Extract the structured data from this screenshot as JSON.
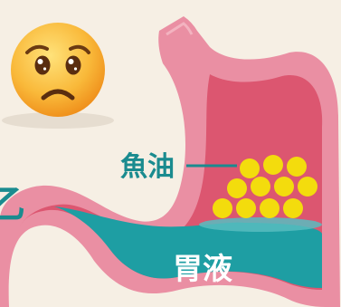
{
  "labels": {
    "fish_oil": "魚油",
    "gastric_juice": "胃液",
    "edge_fragment": "乙"
  },
  "emoji": {
    "name": "worried-face-icon"
  },
  "colors": {
    "background": "#f6efe4",
    "stomach_outer": "#ea8fa3",
    "stomach_inner": "#dc5670",
    "fluid": "#1e9ea3",
    "fish_oil_label": "#1a8b8f",
    "oil_droplet": "#f3dc0d",
    "gastric_label": "#ffffff"
  }
}
